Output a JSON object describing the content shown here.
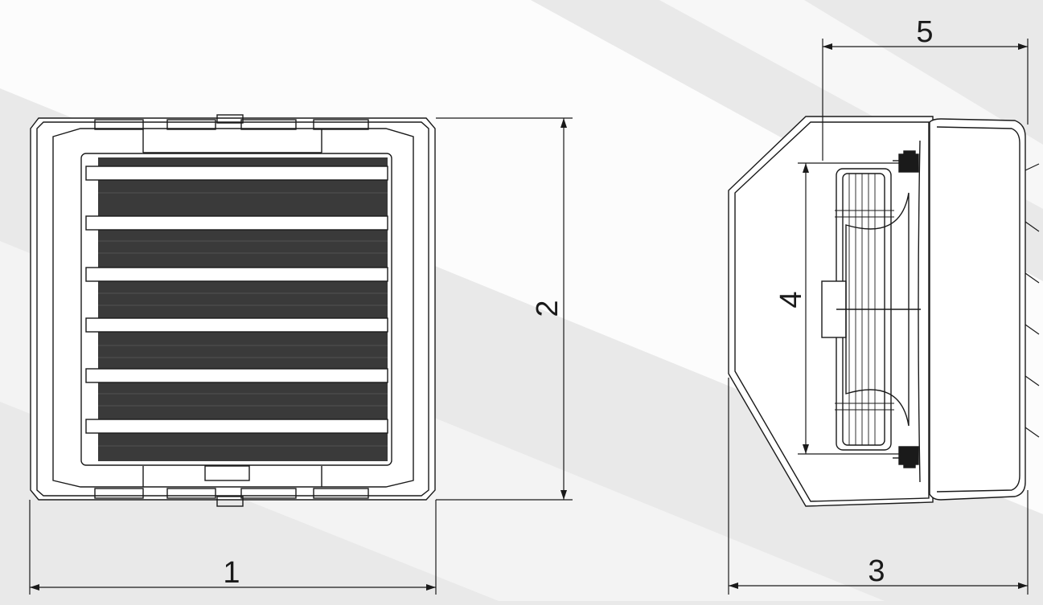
{
  "dimension_labels": {
    "width": "1",
    "height": "2",
    "depth_total": "3",
    "fan_diameter": "4",
    "depth_top": "5"
  },
  "colors": {
    "background": "#e9e9e9",
    "band": "#ffffff",
    "line": "#1a1a1a",
    "fill": "#ffffff",
    "grille": "#3a3a3a"
  }
}
